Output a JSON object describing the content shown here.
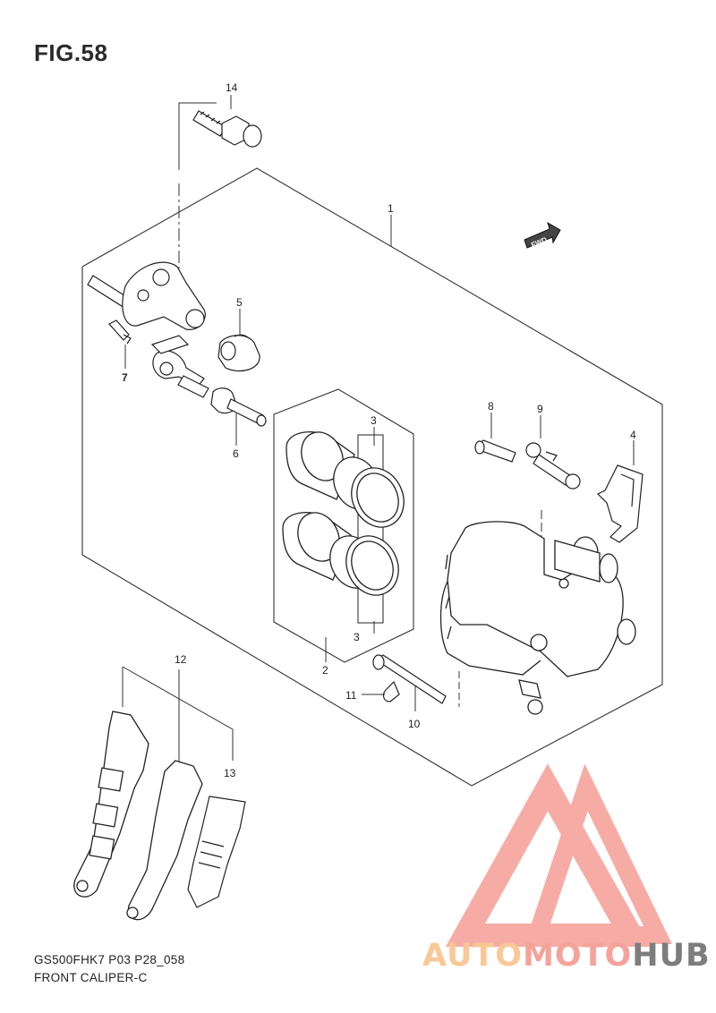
{
  "figure": {
    "title": "FIG.58",
    "code": "GS500FHK7 P03 P28_058",
    "name": "FRONT CALIPER-C"
  },
  "fwd_label": "FWD",
  "callouts": {
    "c1": "1",
    "c2": "2",
    "c3a": "3",
    "c3b": "3",
    "c4": "4",
    "c5": "5",
    "c6": "6",
    "c7": "7",
    "c8": "8",
    "c9": "9",
    "c10": "10",
    "c11": "11",
    "c12": "12",
    "c13": "13",
    "c14": "14"
  },
  "watermark": {
    "part1": "AUTO",
    "part2": "MOTO",
    "part3": "HUB",
    "colors": {
      "orange": "#f9c896",
      "red": "#f5a39a",
      "gray": "#7d7d7d"
    }
  }
}
